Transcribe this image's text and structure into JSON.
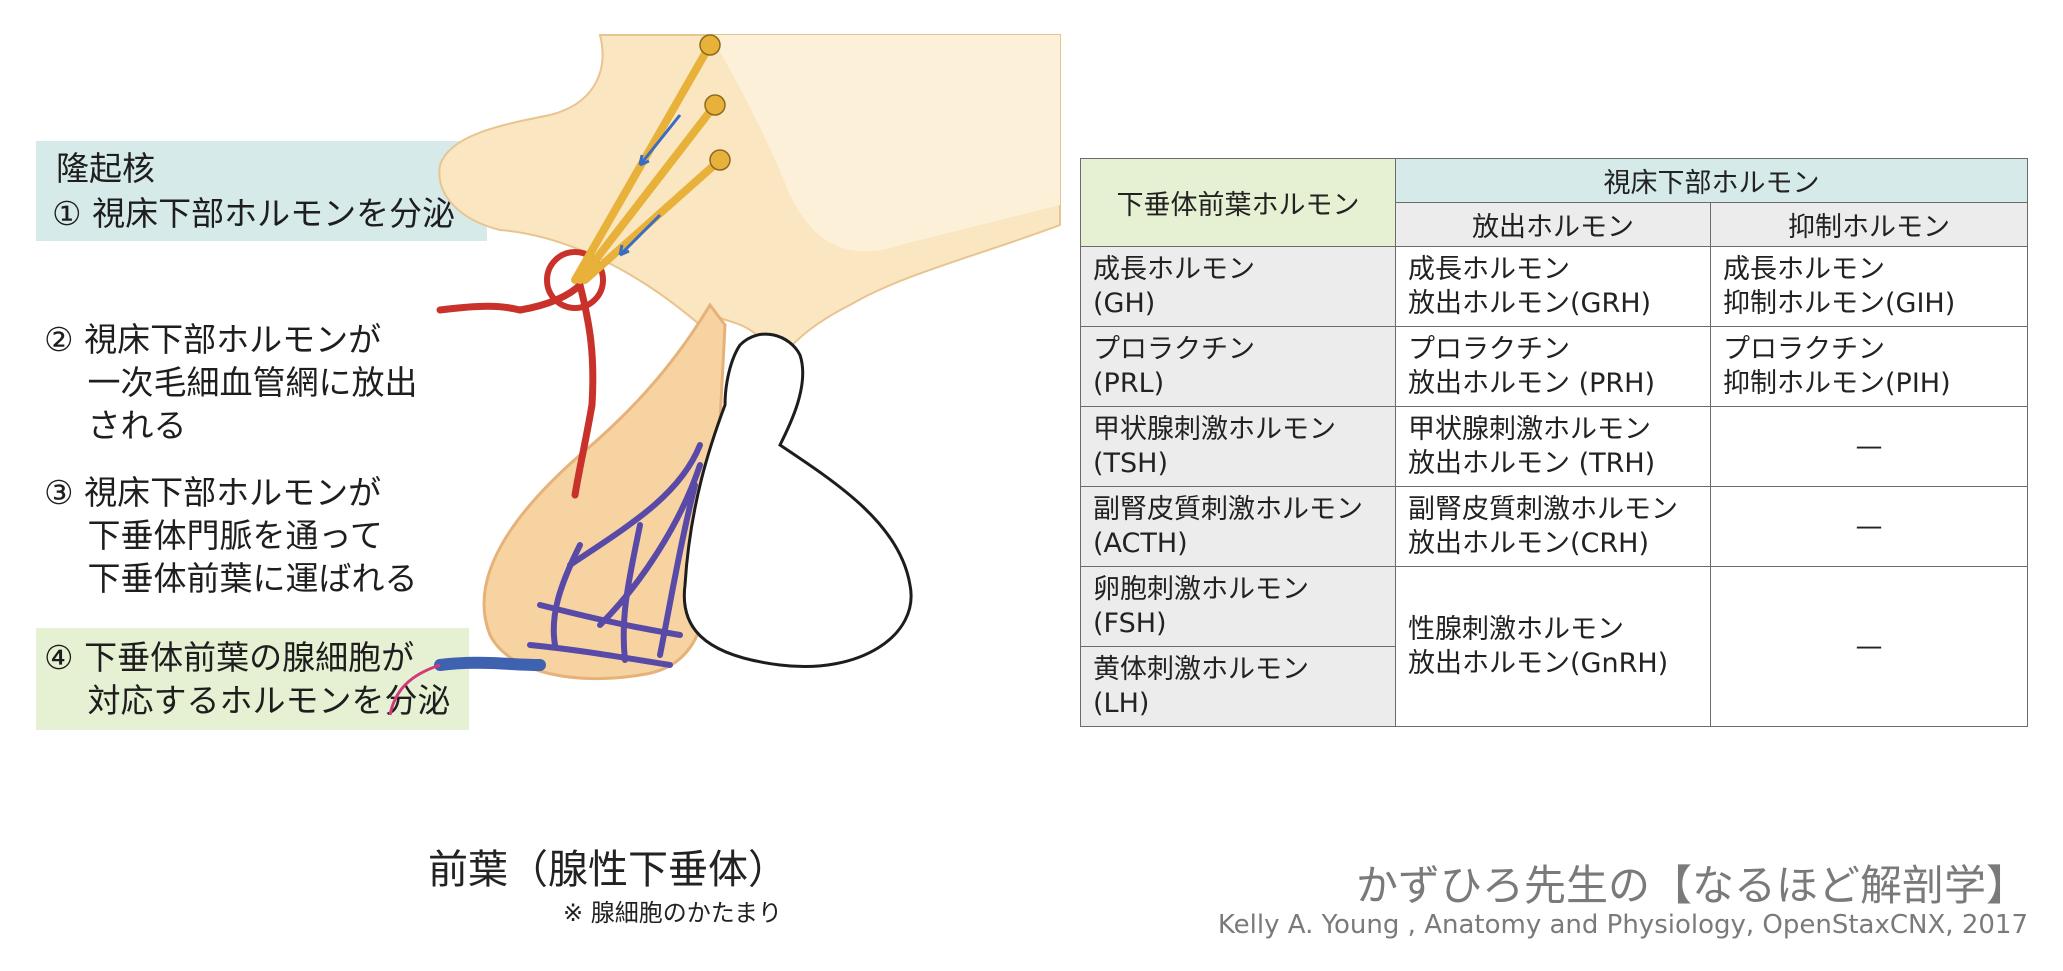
{
  "labels": {
    "step1_title": "隆起核",
    "step1": "① 視床下部ホルモンを分泌",
    "step2": "② 視床下部ホルモンが\n　 一次毛細血管網に放出\n　 される",
    "step3": "③ 視床下部ホルモンが\n　 下垂体門脈を通って\n　 下垂体前葉に運ばれる",
    "step4": "④ 下垂体前葉の腺細胞が\n　 対応するホルモンを分泌"
  },
  "caption": {
    "main": "前葉（腺性下垂体）",
    "sub": "※ 腺細胞のかたまり"
  },
  "table": {
    "header_left": "下垂体前葉ホルモン",
    "header_group": "視床下部ホルモン",
    "header_release": "放出ホルモン",
    "header_inhibit": "抑制ホルモン",
    "rows": [
      {
        "anterior": [
          "成長ホルモン",
          "(GH)"
        ],
        "release": [
          "成長ホルモン",
          "放出ホルモン(GRH)"
        ],
        "inhibit": [
          "成長ホルモン",
          "抑制ホルモン(GIH)"
        ]
      },
      {
        "anterior": [
          "プロラクチン",
          "(PRL)"
        ],
        "release": [
          "プロラクチン",
          "放出ホルモン (PRH)"
        ],
        "inhibit": [
          "プロラクチン",
          "抑制ホルモン(PIH)"
        ]
      },
      {
        "anterior": [
          "甲状腺刺激ホルモン",
          "(TSH)"
        ],
        "release": [
          "甲状腺刺激ホルモン",
          "放出ホルモン (TRH)"
        ],
        "inhibit": [
          "—"
        ]
      },
      {
        "anterior": [
          "副腎皮質刺激ホルモン",
          "(ACTH)"
        ],
        "release": [
          "副腎皮質刺激ホルモン",
          "放出ホルモン(CRH)"
        ],
        "inhibit": [
          "—"
        ]
      },
      {
        "anterior": [
          "卵胞刺激ホルモン",
          "(FSH)"
        ],
        "release": [
          "性腺刺激ホルモン",
          "放出ホルモン(GnRH)"
        ],
        "inhibit": [
          "—"
        ]
      },
      {
        "anterior": [
          "黄体刺激ホルモン",
          "(LH)"
        ]
      }
    ]
  },
  "credits": {
    "brand": "かずひろ先生の【なるほど解剖学】",
    "source": "Kelly A. Young , Anatomy and Physiology, OpenStaxCNX, 2017"
  },
  "colors": {
    "label_blue_bg": "#d6eaea",
    "label_green_bg": "#e6f1d3",
    "header_blue_bg": "#d6eaea",
    "header_green_bg": "#e6f1d3",
    "anterior_col_bg": "#ececec",
    "hypothalamus_tissue": "#fbe6c2",
    "neuron_axon": "#e8b23a",
    "artery": "#c8322a",
    "vein": "#3f62b0",
    "hormone_arrow": "#3b6cc4",
    "release_arrow": "#d23a7c"
  }
}
